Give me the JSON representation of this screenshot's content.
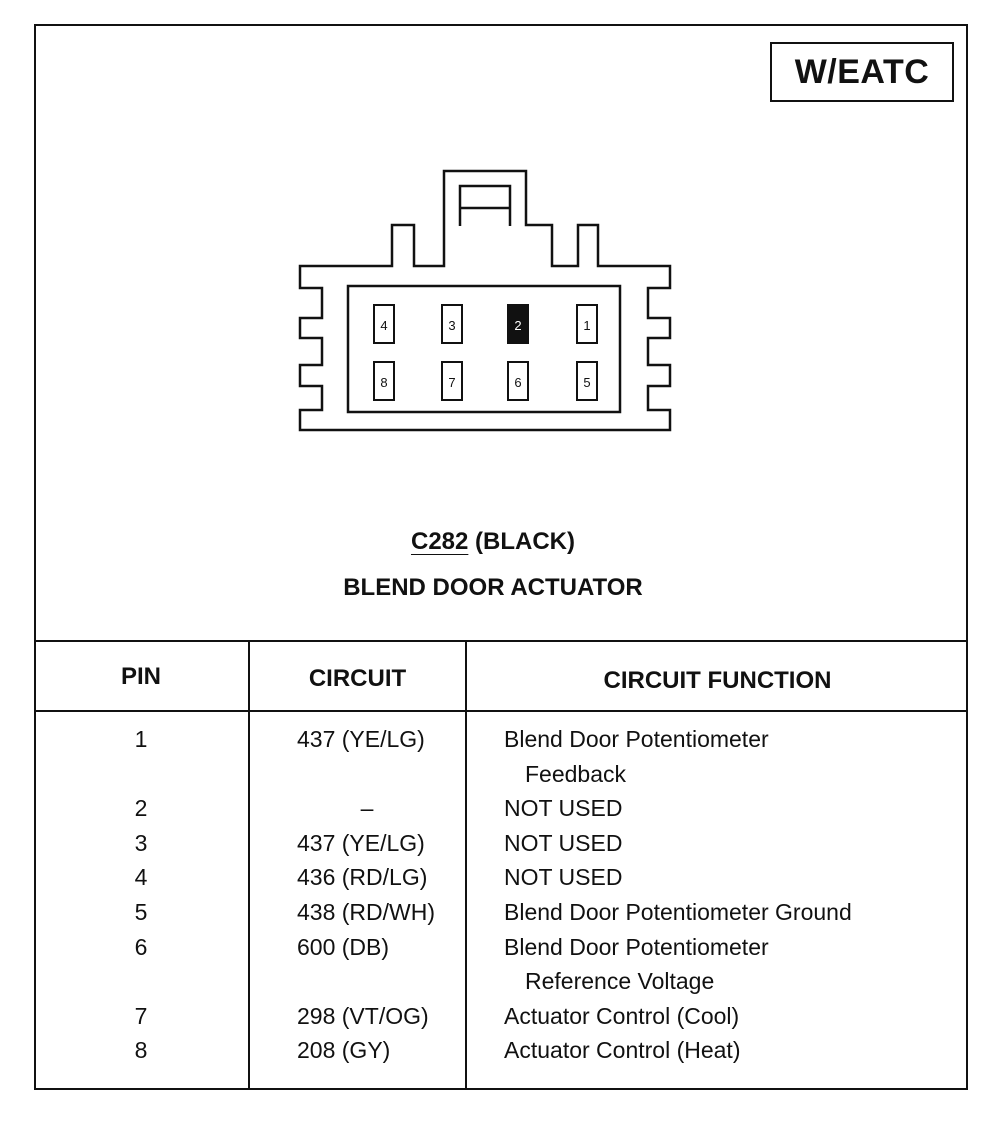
{
  "badge": "W/EATC",
  "connector": {
    "id": "C282",
    "color_label": "(BLACK)",
    "name": "BLEND DOOR ACTUATOR",
    "top_row_pins": [
      "4",
      "3",
      "2",
      "1"
    ],
    "bottom_row_pins": [
      "8",
      "7",
      "6",
      "5"
    ],
    "filled_pin": "2"
  },
  "table": {
    "headers": {
      "pin": "PIN",
      "circuit": "CIRCUIT",
      "function": "CIRCUIT FUNCTION"
    },
    "rows": [
      {
        "pin": "1",
        "circuit": "437 (YE/LG)",
        "function": "Blend Door Potentiometer",
        "function_cont": "Feedback"
      },
      {
        "pin": "2",
        "circuit": "–",
        "function": "NOT USED"
      },
      {
        "pin": "3",
        "circuit": "437 (YE/LG)",
        "function": "NOT USED"
      },
      {
        "pin": "4",
        "circuit": "436 (RD/LG)",
        "function": "NOT USED"
      },
      {
        "pin": "5",
        "circuit": "438 (RD/WH)",
        "function": "Blend Door Potentiometer Ground"
      },
      {
        "pin": "6",
        "circuit": "600 (DB)",
        "function": "Blend Door Potentiometer",
        "function_cont": "Reference Voltage"
      },
      {
        "pin": "7",
        "circuit": "298 (VT/OG)",
        "function": "Actuator Control (Cool)"
      },
      {
        "pin": "8",
        "circuit": "208 (GY)",
        "function": "Actuator Control (Heat)"
      }
    ]
  }
}
